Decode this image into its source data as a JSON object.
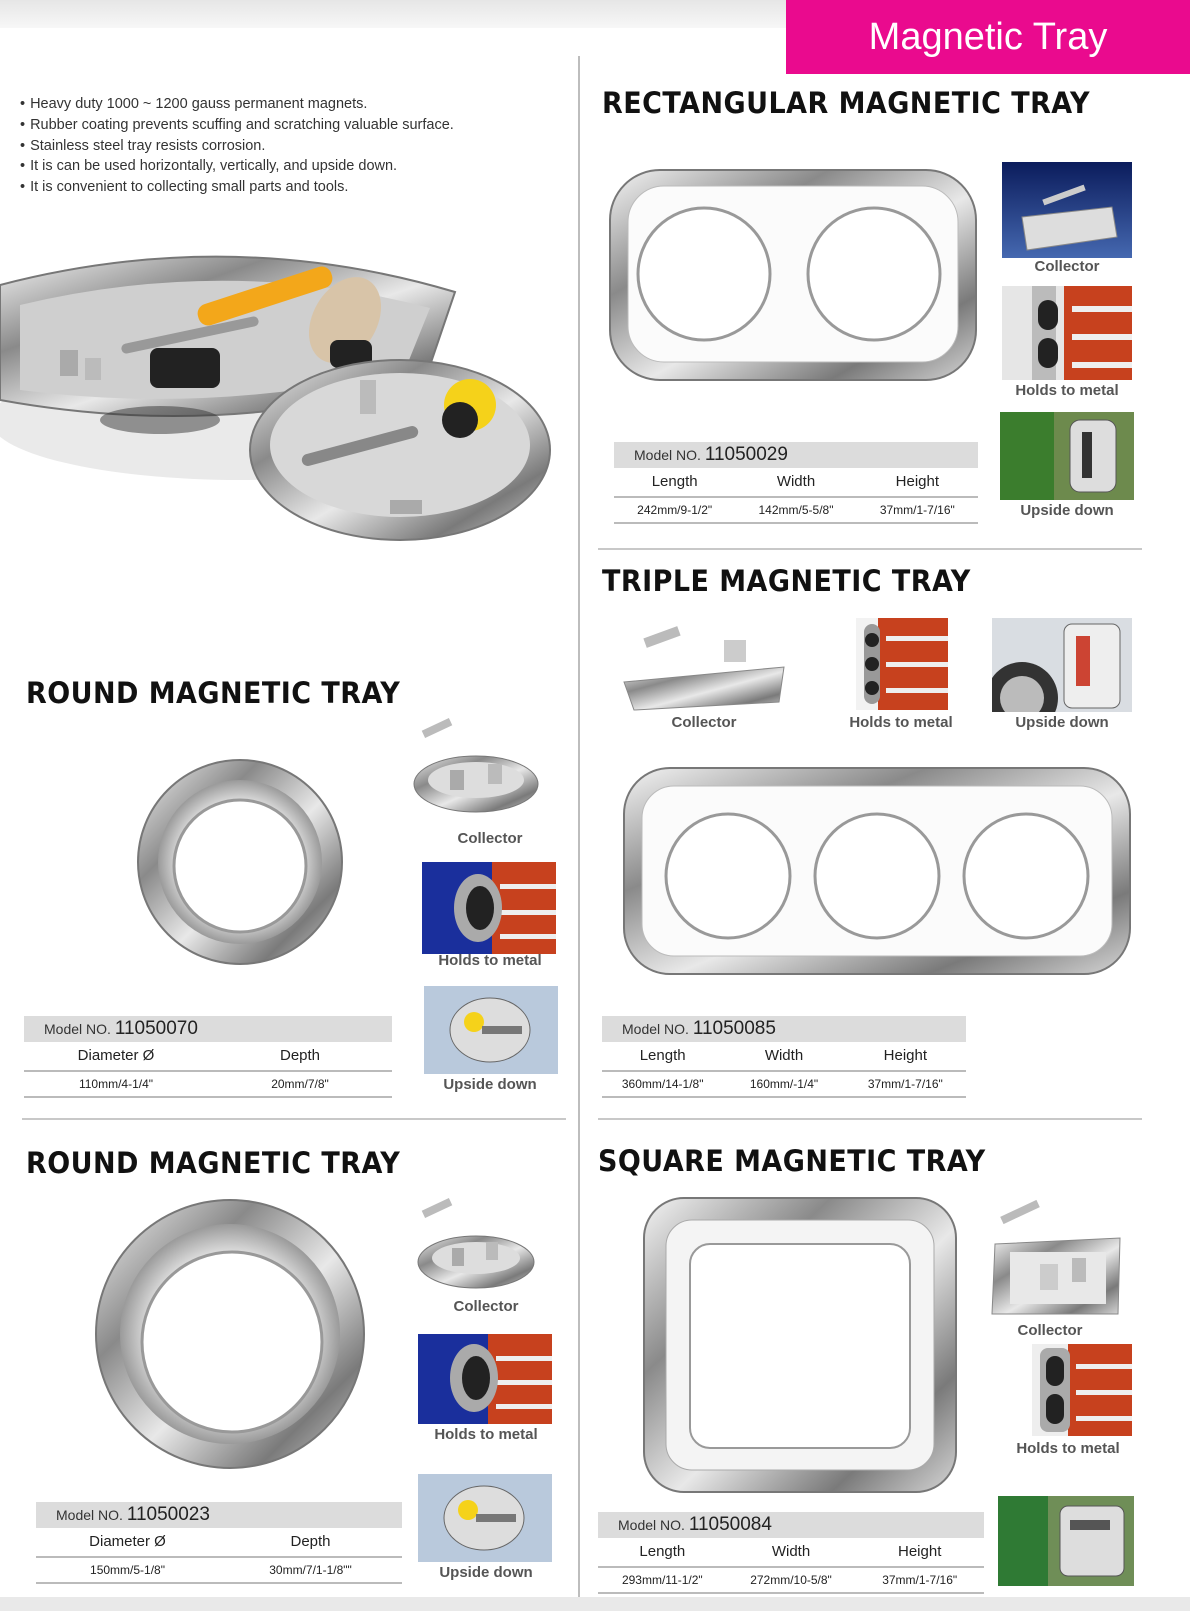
{
  "banner": "Magnetic Tray",
  "features": [
    "Heavy duty 1000 ~ 1200 gauss permanent magnets.",
    "Rubber coating prevents scuffing and scratching valuable surface.",
    "Stainless steel tray resists corrosion.",
    "It is can be used horizontally, vertically, and upside down.",
    "It is convenient to collecting small parts and tools."
  ],
  "labels": {
    "collector": "Collector",
    "holds": "Holds to metal",
    "upside": "Upside down",
    "model_prefix": "Model NO."
  },
  "products": {
    "rect": {
      "title": "RECTANGULAR MAGNETIC TRAY",
      "model": "11050029",
      "headers": [
        "Length",
        "Width",
        "Height"
      ],
      "values": [
        "242mm/9-1/2\"",
        "142mm/5-5/8\"",
        "37mm/1-7/16\""
      ]
    },
    "triple": {
      "title": "TRIPLE MAGNETIC TRAY",
      "model": "11050085",
      "headers": [
        "Length",
        "Width",
        "Height"
      ],
      "values": [
        "360mm/14-1/8\"",
        "160mm/-1/4\"",
        "37mm/1-7/16\""
      ]
    },
    "round1": {
      "title": "ROUND MAGNETIC TRAY",
      "model": "11050070",
      "headers": [
        "Diameter Ø",
        "Depth"
      ],
      "values": [
        "110mm/4-1/4\"",
        "20mm/7/8\""
      ]
    },
    "round2": {
      "title": "ROUND MAGNETIC TRAY",
      "model": "11050023",
      "headers": [
        "Diameter Ø",
        "Depth"
      ],
      "values": [
        "150mm/5-1/8\"",
        "30mm/7/1-1/8\"\""
      ]
    },
    "square": {
      "title": "SQUARE MAGNETIC TRAY",
      "model": "11050084",
      "headers": [
        "Length",
        "Width",
        "Height"
      ],
      "values": [
        "293mm/11-1/2\"",
        "272mm/10-5/8\"",
        "37mm/1-7/16\""
      ]
    }
  }
}
